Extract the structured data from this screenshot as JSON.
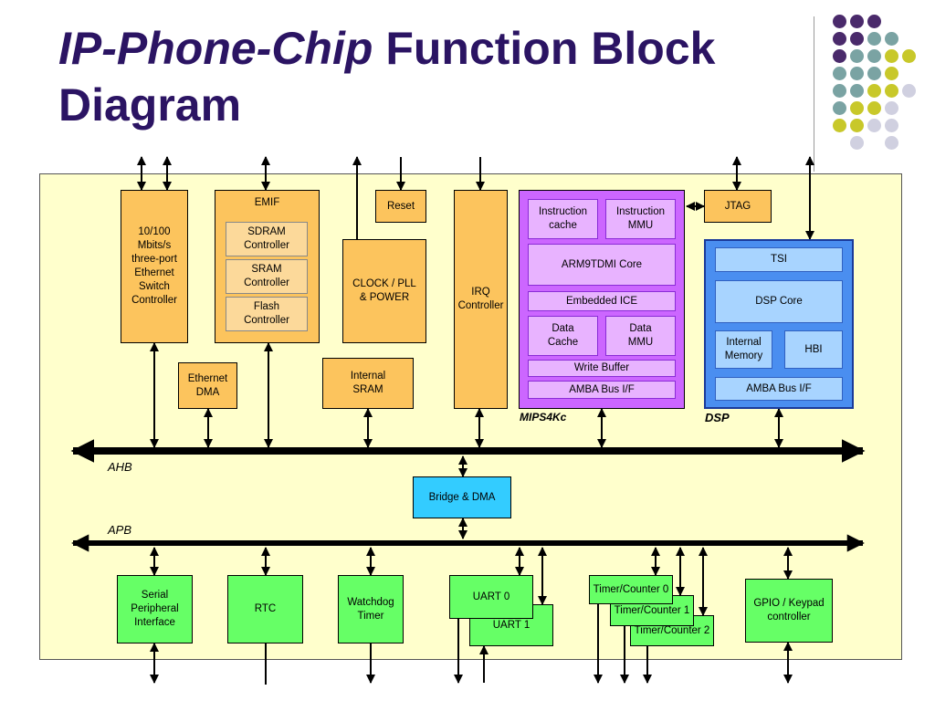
{
  "title": {
    "part1": "IP-Phone-Chip",
    "part2": "Function Block",
    "line2": "Diagram"
  },
  "colors": {
    "title": "#2b1463",
    "panel": "#ffffcc",
    "orange": "#fcc45d",
    "purple": "#cc66ff",
    "blue": "#4a8ef0",
    "green": "#66ff66",
    "cyan": "#33ccff"
  },
  "blocks": {
    "ethernet_switch": "10/100\nMbits/s\nthree-port\nEthernet\nSwitch\nController",
    "emif": "EMIF",
    "sdram": "SDRAM\nController",
    "sram_ctrl": "SRAM\nController",
    "flash": "Flash\nController",
    "reset": "Reset",
    "clock": "CLOCK / PLL\n& POWER",
    "irq": "IRQ\nController",
    "ethernet_dma": "Ethernet\nDMA",
    "internal_sram": "Internal\nSRAM",
    "jtag": "JTAG",
    "bridge": "Bridge & DMA",
    "spi": "Serial\nPeripheral\nInterface",
    "rtc": "RTC",
    "watchdog": "Watchdog\nTimer",
    "uart0": "UART 0",
    "uart1": "UART 1",
    "timer0": "Timer/Counter 0",
    "timer1": "Timer/Counter 1",
    "timer2": "Timer/Counter 2",
    "gpio": "GPIO / Keypad\ncontroller"
  },
  "mips": {
    "label": "MIPS4Kc",
    "icache": "Instruction\ncache",
    "immu": "Instruction\nMMU",
    "arm": "ARM9TDMI Core",
    "ice": "Embedded ICE",
    "dcache": "Data\nCache",
    "dmmu": "Data\nMMU",
    "wbuf": "Write Buffer",
    "amba": "AMBA Bus I/F"
  },
  "dsp": {
    "label": "DSP",
    "tsi": "TSI",
    "core": "DSP Core",
    "imem": "Internal\nMemory",
    "hbi": "HBI",
    "amba": "AMBA Bus I/F"
  },
  "buses": {
    "ahb": "AHB",
    "apb": "APB"
  }
}
